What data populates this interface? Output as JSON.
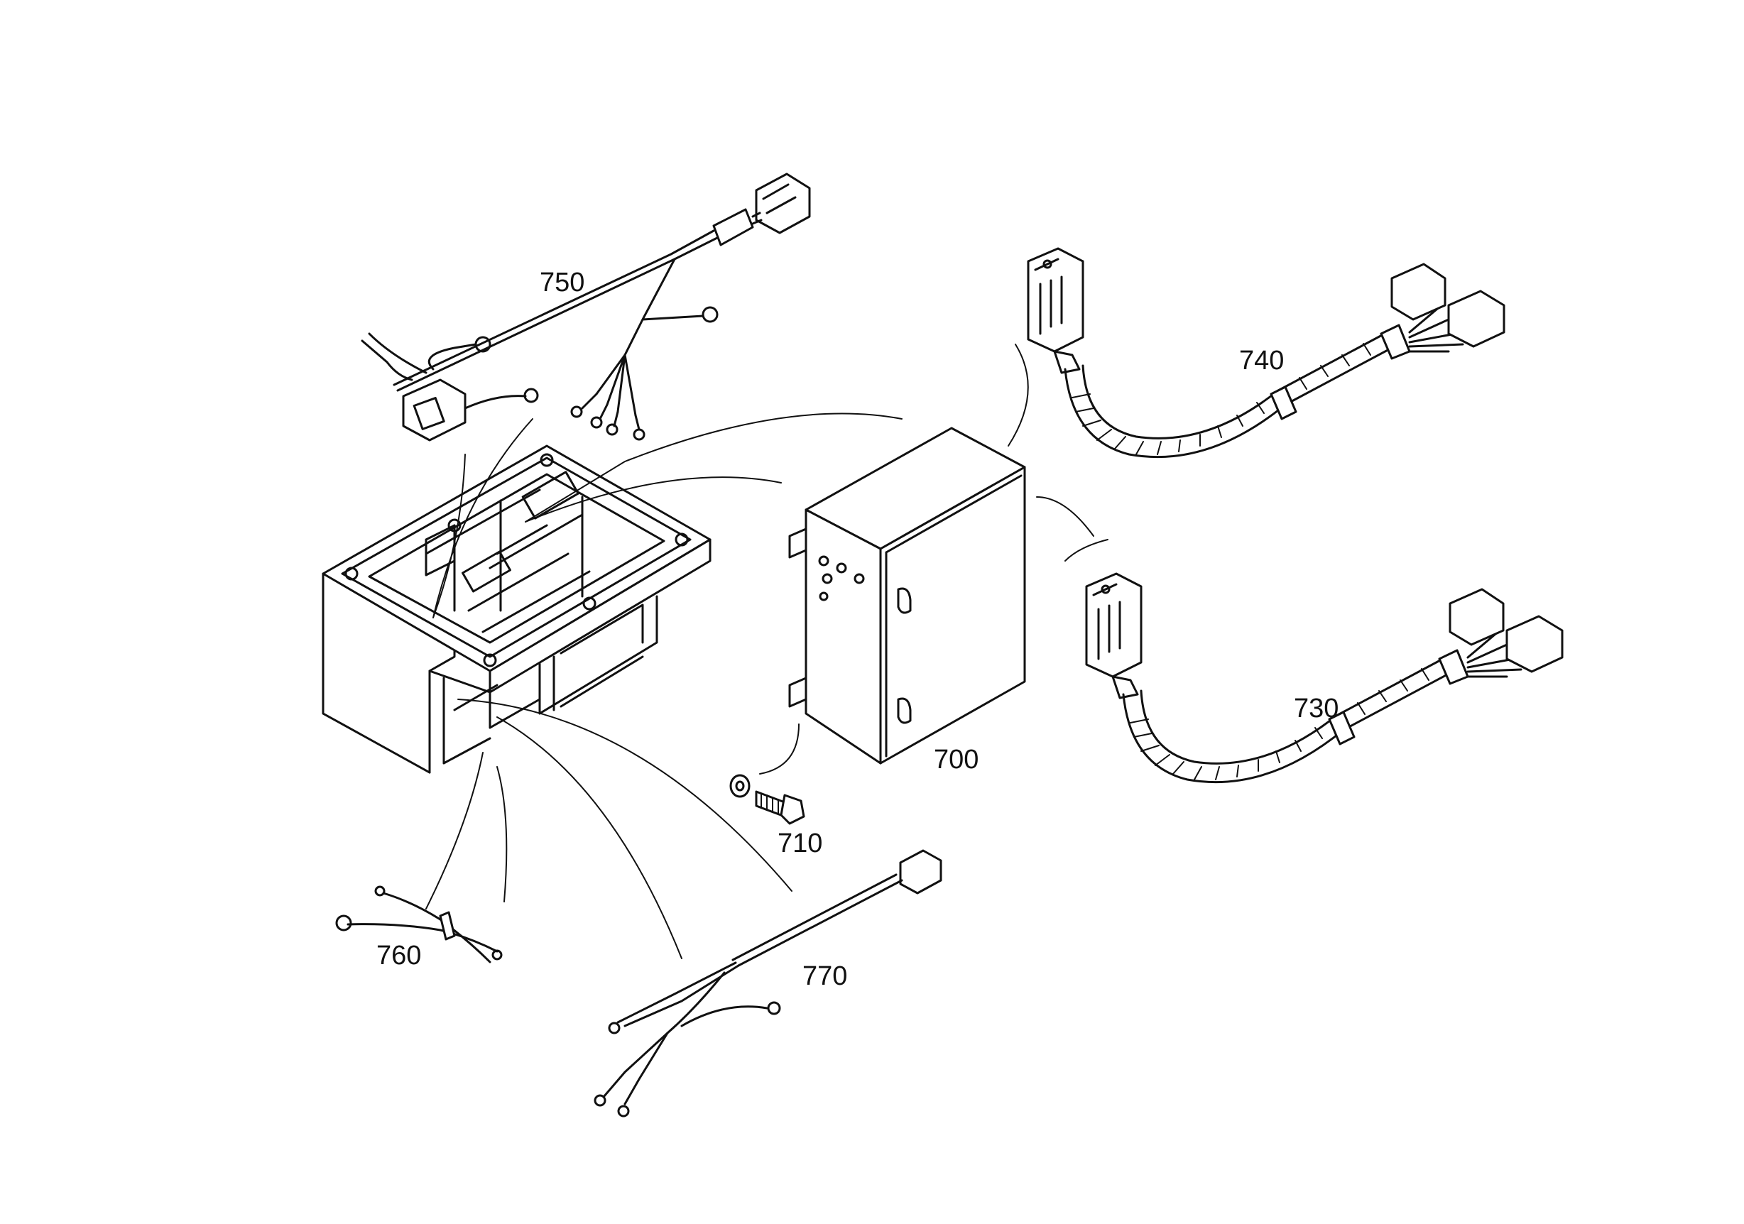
{
  "callouts": {
    "p700": "700",
    "p710": "710",
    "p730": "730",
    "p740": "740",
    "p750": "750",
    "p760": "760",
    "p770": "770"
  },
  "colors": {
    "line": "#111111",
    "background": "#ffffff"
  }
}
